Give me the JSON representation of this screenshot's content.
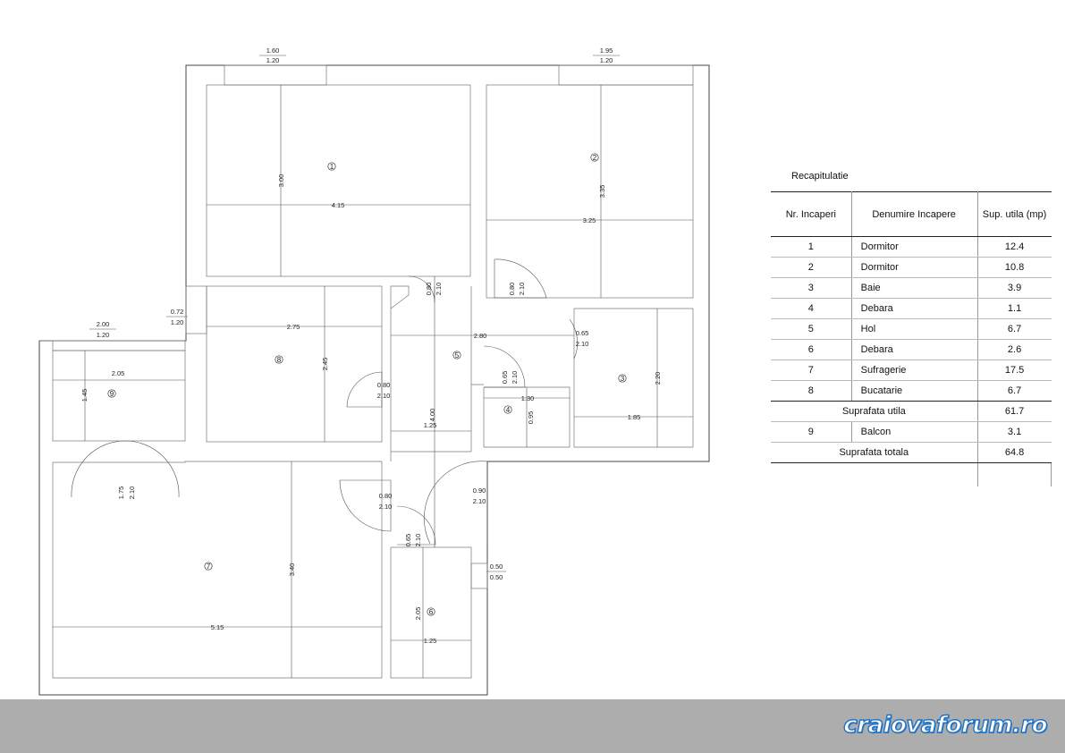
{
  "rooms": [
    {
      "id": "r1",
      "num": "1"
    },
    {
      "id": "r2",
      "num": "2"
    },
    {
      "id": "r3",
      "num": "3"
    },
    {
      "id": "r4",
      "num": "4"
    },
    {
      "id": "r5",
      "num": "5"
    },
    {
      "id": "r6",
      "num": "6"
    },
    {
      "id": "r7",
      "num": "7"
    },
    {
      "id": "r8",
      "num": "8"
    },
    {
      "id": "r9",
      "num": "9"
    }
  ],
  "dims": {
    "win1_w": "1.60",
    "win1_h": "1.20",
    "win2_w": "1.95",
    "win2_h": "1.20",
    "win8_w": "0.72",
    "win8_h": "1.20",
    "win9_w": "2.00",
    "win9_h": "1.20",
    "r1_h": "3.00",
    "r1_w": "4.15",
    "r2_h": "3.35",
    "r2_w": "3.25",
    "r8_w": "2.75",
    "r8_h": "2.45",
    "r9_w": "2.05",
    "r9_h": "1.45",
    "r7_h": "3.40",
    "r7_w": "5.15",
    "hall_w": "2.80",
    "hall_h": "4.00",
    "hall_w2": "1.25",
    "r3_h": "2.20",
    "r3_w": "1.85",
    "r4_w": "1.30",
    "r4_h": "0.95",
    "r6_h": "2.05",
    "r6_w": "1.25",
    "d1_w": "0.80",
    "d1_h": "2.10",
    "d2_w": "0.80",
    "d2_h": "2.10",
    "d3_w": "0.65",
    "d3_h": "2.10",
    "d4_w": "0.65",
    "d4_h": "2.10",
    "d8_w": "0.80",
    "d8_h": "2.10",
    "d7_w": "0.80",
    "d7_h": "2.10",
    "d6_w": "0.65",
    "d6_h": "2.10",
    "entry_w": "0.90",
    "entry_h": "2.10",
    "balc_door_w": "1.75",
    "balc_door_h": "2.10",
    "win6_w": "0.50",
    "win6_h": "0.50"
  },
  "summary": {
    "title": "Recapitulatie",
    "col_nr": "Nr. Incaperi",
    "col_name": "Denumire Incapere",
    "col_area": "Sup. utila (mp)",
    "rows": [
      {
        "nr": "1",
        "name": "Dormitor",
        "area": "12.4"
      },
      {
        "nr": "2",
        "name": "Dormitor",
        "area": "10.8"
      },
      {
        "nr": "3",
        "name": "Baie",
        "area": "3.9"
      },
      {
        "nr": "4",
        "name": "Debara",
        "area": "1.1"
      },
      {
        "nr": "5",
        "name": "Hol",
        "area": "6.7"
      },
      {
        "nr": "6",
        "name": "Debara",
        "area": "2.6"
      },
      {
        "nr": "7",
        "name": "Sufragerie",
        "area": "17.5"
      },
      {
        "nr": "8",
        "name": "Bucatarie",
        "area": "6.7"
      }
    ],
    "useful_label": "Suprafata utila",
    "useful_value": "61.7",
    "balcony": {
      "nr": "9",
      "name": "Balcon",
      "area": "3.1"
    },
    "total_label": "Suprafata totala",
    "total_value": "64.8"
  },
  "footer": {
    "brand": "craiovaforum.ro"
  }
}
